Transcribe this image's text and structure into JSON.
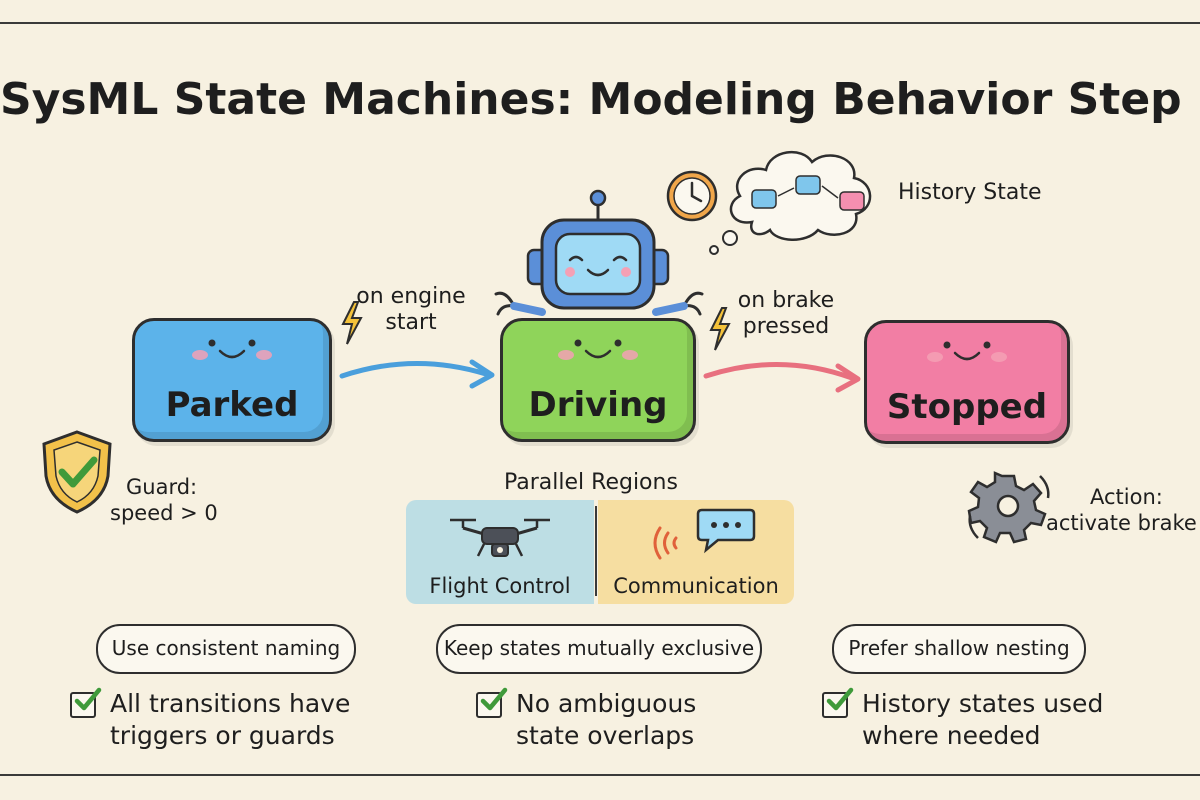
{
  "title": "SysML State Machines: Modeling Behavior Step by Step",
  "states": {
    "parked": {
      "label": "Parked",
      "color": "#5cb3ea"
    },
    "driving": {
      "label": "Driving",
      "color": "#8fd45a"
    },
    "stopped": {
      "label": "Stopped",
      "color": "#f27ea4"
    }
  },
  "transitions": {
    "t1": {
      "line1": "on engine",
      "line2": "start"
    },
    "t2": {
      "line1": "on brake",
      "line2": "pressed"
    }
  },
  "history_label": "History State",
  "guard": {
    "line1": "Guard:",
    "line2": "speed > 0"
  },
  "action": {
    "line1": "Action:",
    "line2": "activate brake"
  },
  "parallel": {
    "title": "Parallel Regions",
    "regions": [
      "Flight Control",
      "Communication"
    ]
  },
  "tips": [
    {
      "bubble": "Use consistent naming",
      "check_line1": "All transitions have",
      "check_line2": "triggers or guards"
    },
    {
      "bubble": "Keep states mutually exclusive",
      "check_line1": "No ambiguous",
      "check_line2": "state overlaps"
    },
    {
      "bubble": "Prefer shallow nesting",
      "check_line1": "History states used",
      "check_line2": "where needed"
    }
  ],
  "colors": {
    "background": "#f7f1e1",
    "arrow_blue": "#4a9fdc",
    "arrow_red": "#e8707f",
    "bolt": "#f4c23a",
    "check_green": "#3f9a3a"
  },
  "icons": [
    "shield-check-icon",
    "gear-icon",
    "clock-icon",
    "robot-icon",
    "drone-icon",
    "signal-icon",
    "chat-icon",
    "lightning-icon",
    "checkbox-icon"
  ]
}
